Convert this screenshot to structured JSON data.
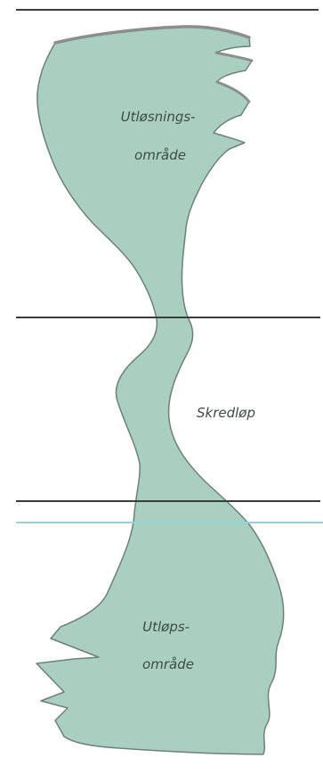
{
  "diagram": {
    "colors": {
      "slide_fill": "#a9cfc1",
      "slide_outline": "#6f7f7a",
      "crest_rim": "#8a8f8d",
      "divider_line": "#3a3d3c",
      "accent_line": "#8fd6d8",
      "label_text": "#3f4a47"
    },
    "zones": [
      {
        "name": "release-zone",
        "label_lines": [
          "Utløsnings-",
          "område"
        ]
      },
      {
        "name": "track-zone",
        "label_lines": [
          "Skredløp"
        ]
      },
      {
        "name": "runout-zone",
        "label_lines": [
          "Utløps-",
          "område"
        ]
      }
    ]
  }
}
